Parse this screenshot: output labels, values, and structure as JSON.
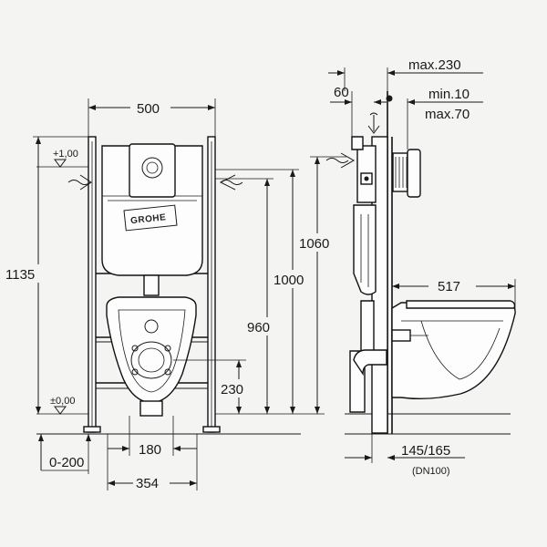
{
  "front_view": {
    "brand_label": "GROHE",
    "dims": {
      "width_top": "500",
      "level_top": "+1,00",
      "level_floor": "±0,00",
      "height_total": "1135",
      "height_960": "960",
      "height_1000": "1000",
      "height_1060": "1060",
      "height_230": "230",
      "width_180": "180",
      "width_354": "354",
      "floor_adjust": "0-200"
    }
  },
  "side_view": {
    "dims": {
      "depth_max": "max.230",
      "depth_60": "60",
      "offset_min": "min.10",
      "offset_max": "max.70",
      "bowl_length": "517",
      "outlet_range": "145/165",
      "pipe_size": "(DN100)"
    }
  }
}
